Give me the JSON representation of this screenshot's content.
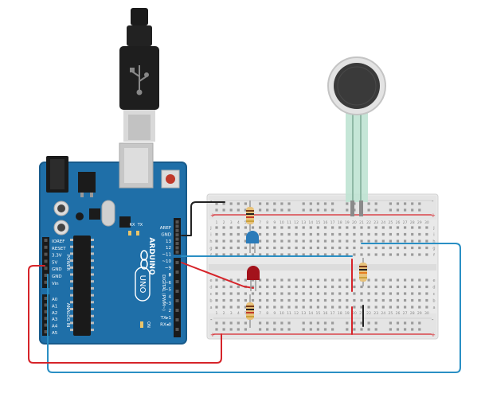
{
  "arduino": {
    "brand": "ARDUINO",
    "model": "UNO",
    "power_label": "POWER",
    "analog_label": "ANALOG IN",
    "digital_label": "DIGITAL (PWM~)",
    "on_label": "ON",
    "tx_label": "TX",
    "rx_label": "RX",
    "top_pins": [
      "AREF",
      "GND",
      "13",
      "12",
      "~11",
      "~10",
      "~9",
      "8"
    ],
    "mid_pins": [
      "7",
      "~6",
      "~5",
      "4",
      "~3",
      "2",
      "TX▸1",
      "RX◂0"
    ],
    "power_pins": [
      "IOREF",
      "RESET",
      "3.3V",
      "5V",
      "GND",
      "GND",
      "Vin"
    ],
    "analog_pins": [
      "A0",
      "A1",
      "A2",
      "A3",
      "A4",
      "A5"
    ]
  },
  "breadboard": {
    "columns": [
      "1",
      "2",
      "3",
      "4",
      "5",
      "6",
      "7",
      "8",
      "9",
      "10",
      "11",
      "12",
      "13",
      "14",
      "15",
      "16",
      "17",
      "18",
      "19",
      "20",
      "21",
      "22",
      "23",
      "24",
      "25",
      "26",
      "27",
      "28",
      "29",
      "30"
    ],
    "rows_top": [
      "j",
      "i",
      "h",
      "g",
      "f"
    ],
    "rows_bottom": [
      "e",
      "d",
      "c",
      "b",
      "a"
    ],
    "rail_plus": "+",
    "rail_minus": "-"
  },
  "colors": {
    "board_blue": "#1f6fa8",
    "wire_red": "#d6242a",
    "wire_blue": "#2a8fc4",
    "wire_black": "#222222",
    "led_blue": "#2b7bb9",
    "led_red": "#a3121b"
  }
}
